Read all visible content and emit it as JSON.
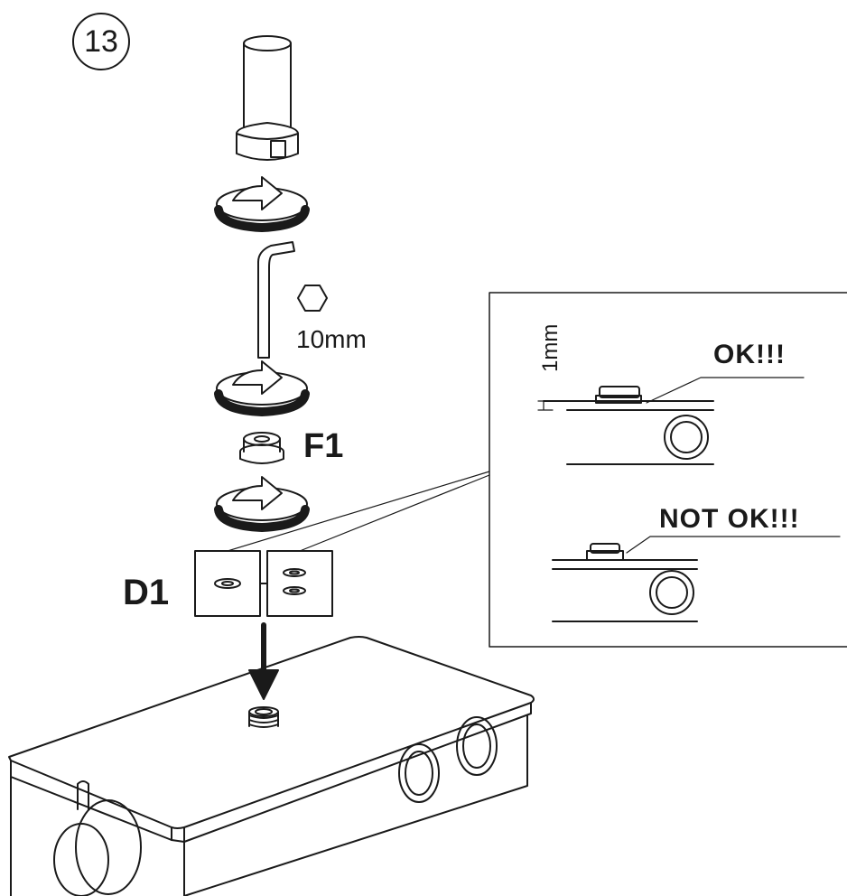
{
  "step": {
    "number": "13"
  },
  "parts": {
    "f1_label": "F1",
    "d1_label": "D1"
  },
  "tool": {
    "size_label": "10mm",
    "icon": "hex-key-icon"
  },
  "detail": {
    "ok_label": "OK!!!",
    "not_ok_label": "NOT OK!!!",
    "gap_label": "1mm"
  }
}
